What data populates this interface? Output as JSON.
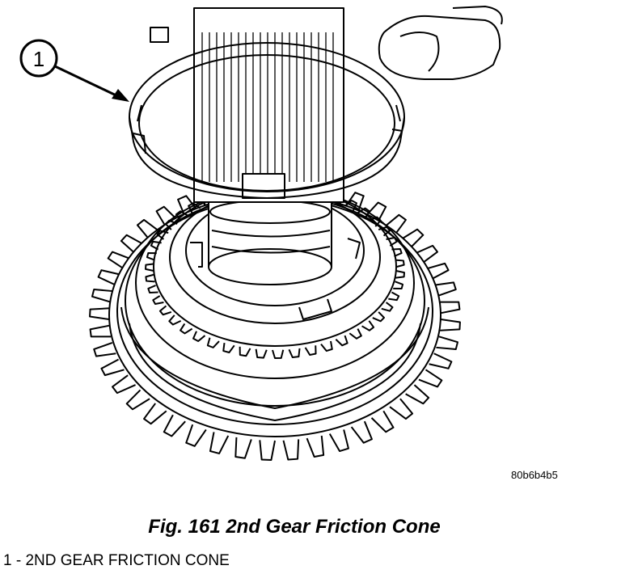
{
  "figure": {
    "callout_number": "1",
    "image_code": "80b6b4b5",
    "caption": "Fig. 161 2nd Gear Friction Cone",
    "legend": [
      {
        "text": "1 - 2ND GEAR FRICTION CONE"
      }
    ]
  }
}
